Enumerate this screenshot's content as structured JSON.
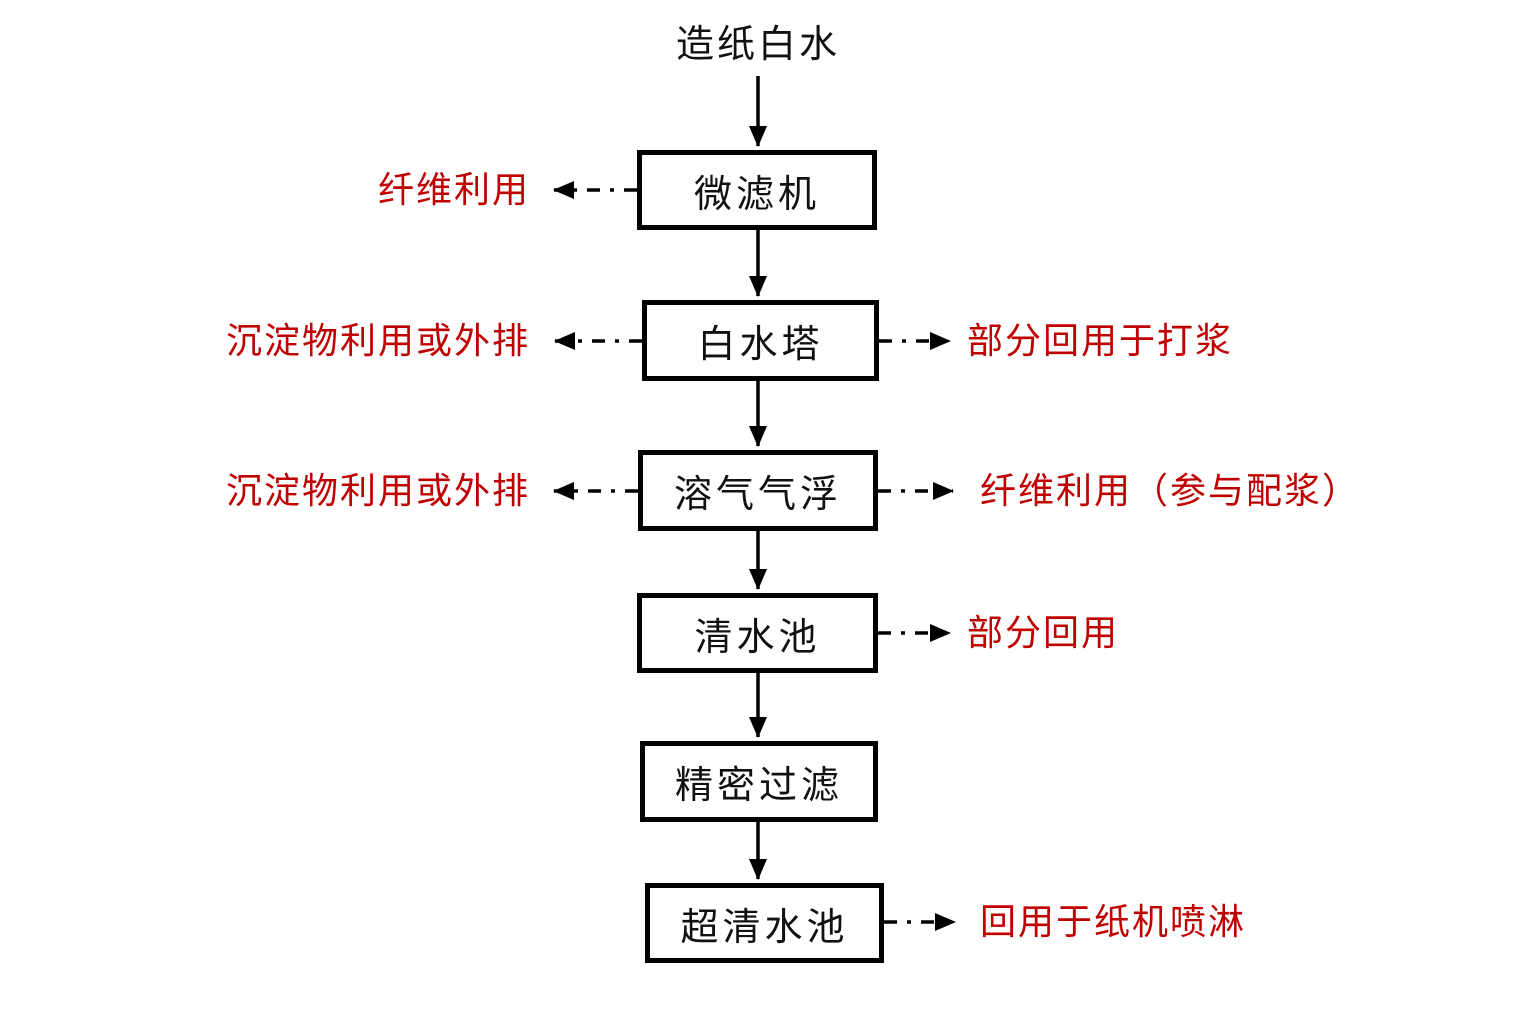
{
  "diagram": {
    "title": "造纸白水",
    "boxes": [
      {
        "label": "微滤机"
      },
      {
        "label": "白水塔"
      },
      {
        "label": "溶气气浮"
      },
      {
        "label": "清水池"
      },
      {
        "label": "精密过滤"
      },
      {
        "label": "超清水池"
      }
    ],
    "annotations": {
      "left": [
        {
          "text": "纤维利用"
        },
        {
          "text": "沉淀物利用或外排"
        },
        {
          "text": "沉淀物利用或外排"
        }
      ],
      "right": [
        {
          "text": "部分回用于打浆"
        },
        {
          "text": "纤维利用（参与配浆）"
        },
        {
          "text": "部分回用"
        },
        {
          "text": "回用于纸机喷淋"
        }
      ]
    },
    "colors": {
      "annotation_text": "#c00000",
      "box_border": "#000000",
      "arrow": "#000000"
    }
  }
}
